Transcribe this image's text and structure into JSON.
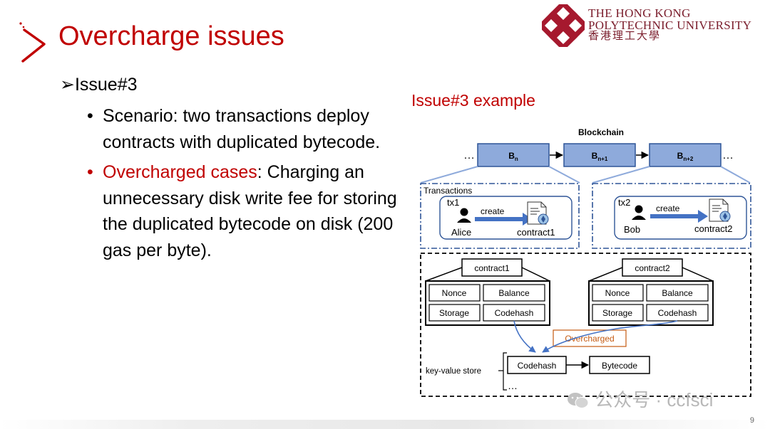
{
  "slide": {
    "title": "Overcharge issues",
    "page_number": "9"
  },
  "university": {
    "line1": "THE HONG KONG",
    "line2": "POLYTECHNIC UNIVERSITY",
    "line3": "香港理工大學"
  },
  "content": {
    "issue_heading": "➢Issue#3",
    "bullets": [
      {
        "text": "Scenario: two transactions deploy contracts with duplicated bytecode."
      },
      {
        "highlight": "Overcharged cases",
        "text": ": Charging an unnecessary disk write fee for storing the duplicated bytecode on disk (200 gas per byte)."
      }
    ]
  },
  "diagram": {
    "example_title": "Issue#3 example",
    "blockchain_label": "Blockchain",
    "ellipsis": "…",
    "blocks": [
      {
        "main": "B",
        "sub": "n"
      },
      {
        "main": "B",
        "sub": "n+1"
      },
      {
        "main": "B",
        "sub": "n+2"
      }
    ],
    "transactions_label": "Transactions",
    "tx_left": {
      "tx": "tx1",
      "user": "Alice",
      "action": "create",
      "contract": "contract1"
    },
    "tx_right": {
      "tx": "tx2",
      "user": "Bob",
      "action": "create",
      "contract": "contract2"
    },
    "contract1": {
      "name": "contract1",
      "fields": [
        "Nonce",
        "Balance",
        "Storage",
        "Codehash"
      ]
    },
    "contract2": {
      "name": "contract2",
      "fields": [
        "Nonce",
        "Balance",
        "Storage",
        "Codehash"
      ]
    },
    "overcharged_label": "Overcharged",
    "kv_label": "key-value store",
    "kv_key": "Codehash",
    "kv_value": "Bytecode",
    "kv_more": "…"
  },
  "watermark": "公众号 · ccfsci",
  "colors": {
    "title_red": "#c00000",
    "block_fill": "#8eaadb",
    "tx_border": "#2f5597",
    "arrow_blue": "#4472c4",
    "overcharged_text": "#c55a11"
  }
}
